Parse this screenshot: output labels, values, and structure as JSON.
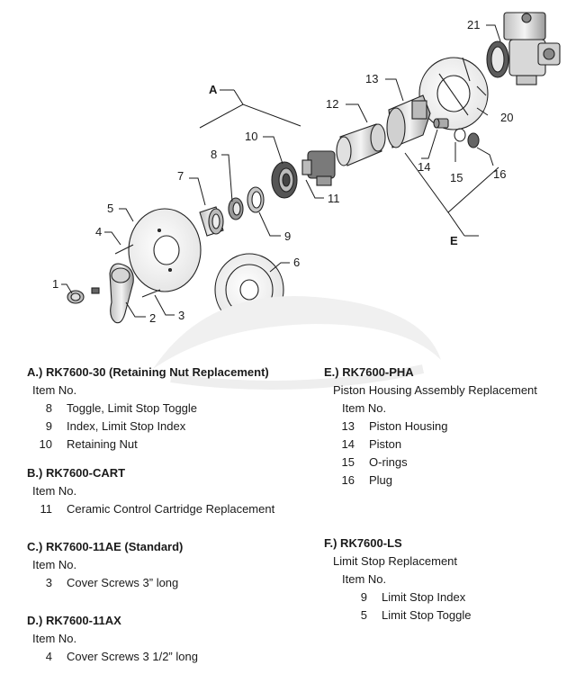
{
  "callouts": {
    "A": "A",
    "E": "E",
    "n1": "1",
    "n2": "2",
    "n3": "3",
    "n4": "4",
    "n5": "5",
    "n6": "6",
    "n7": "7",
    "n8": "8",
    "n9": "9",
    "n10": "10",
    "n11": "11",
    "n12": "12",
    "n13": "13",
    "n14": "14",
    "n15": "15",
    "n16": "16",
    "n20": "20",
    "n21": "21"
  },
  "groups": {
    "a": {
      "title": "A.) RK7600-30 (Retaining Nut Replacement)",
      "item_header": "Item No.",
      "items": [
        {
          "num": "8",
          "desc": "Toggle, Limit Stop Toggle"
        },
        {
          "num": "9",
          "desc": "Index, Limit Stop Index"
        },
        {
          "num": "10",
          "desc": "Retaining Nut"
        }
      ]
    },
    "b": {
      "title": "B.) RK7600-CART",
      "item_header": "Item No.",
      "items": [
        {
          "num": "11",
          "desc": "Ceramic Control Cartridge Replacement"
        }
      ]
    },
    "c": {
      "title": "C.) RK7600-11AE (Standard)",
      "item_header": "Item No.",
      "items": [
        {
          "num": "3",
          "desc": "Cover Screws 3” long"
        }
      ]
    },
    "d": {
      "title": "D.) RK7600-11AX",
      "item_header": "Item No.",
      "items": [
        {
          "num": "4",
          "desc": "Cover Screws 3 1/2” long"
        }
      ]
    },
    "e": {
      "title": "E.) RK7600-PHA",
      "subtitle": "Piston Housing Assembly Replacement",
      "item_header": "Item No.",
      "items": [
        {
          "num": "13",
          "desc": "Piston Housing"
        },
        {
          "num": "14",
          "desc": "Piston"
        },
        {
          "num": "15",
          "desc": "O-rings"
        },
        {
          "num": "16",
          "desc": "Plug"
        }
      ]
    },
    "f": {
      "title": "F.) RK7600-LS",
      "subtitle": "Limit Stop Replacement",
      "item_header": "Item No.",
      "items": [
        {
          "num": "9",
          "desc": "Limit Stop Index"
        },
        {
          "num": "5",
          "desc": "Limit Stop Toggle"
        }
      ]
    }
  },
  "colors": {
    "line": "#1a1a1a",
    "part_fill": "#e6e6e6",
    "part_dark": "#6a6a6a",
    "watermark": "#ededed"
  }
}
